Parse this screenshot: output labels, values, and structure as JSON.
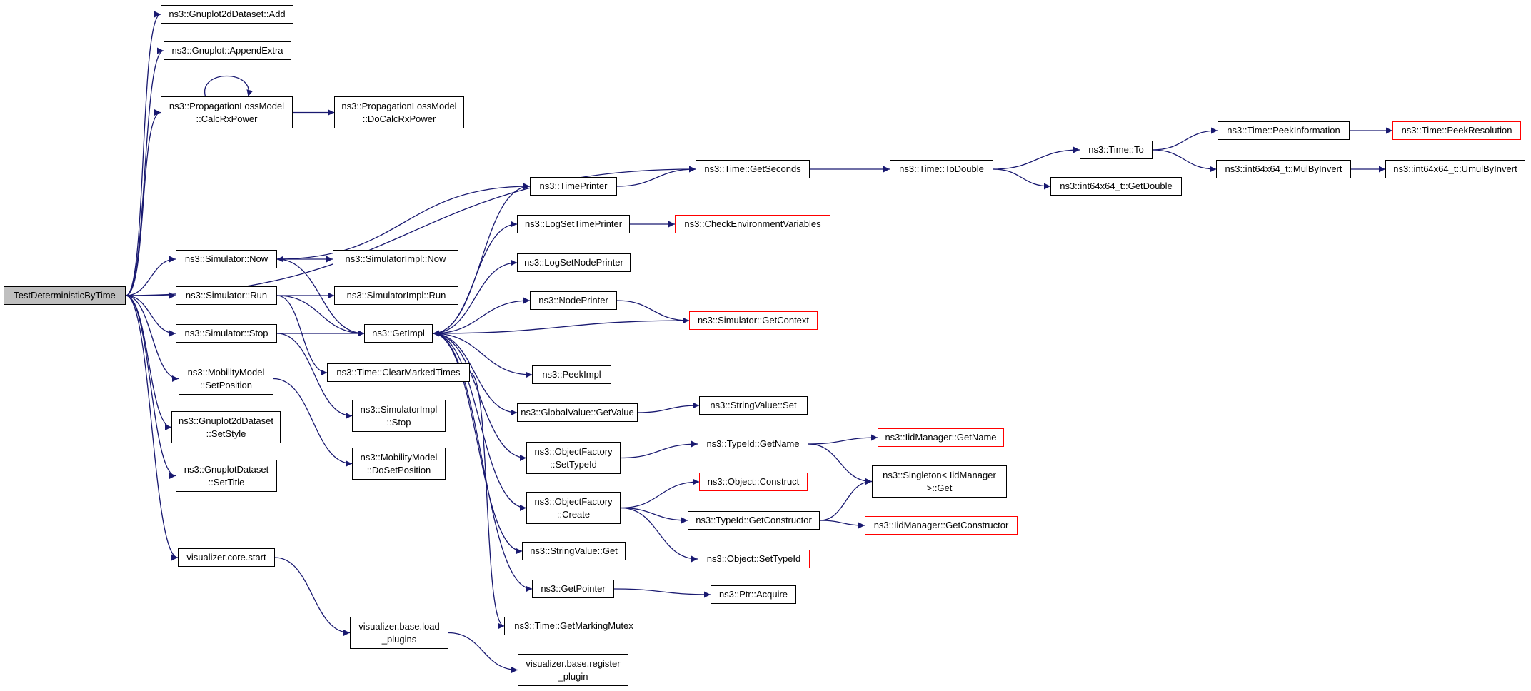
{
  "graph": {
    "root": {
      "label": "TestDeterministicByTime"
    },
    "nodes": [
      {
        "key": "gp2d_add",
        "lines": [
          "ns3::Gnuplot2dDataset::Add"
        ]
      },
      {
        "key": "gp_appendextra",
        "lines": [
          "ns3::Gnuplot::AppendExtra"
        ]
      },
      {
        "key": "plm_calcrx",
        "lines": [
          "ns3::PropagationLossModel",
          "::CalcRxPower"
        ]
      },
      {
        "key": "plm_docalcrx",
        "lines": [
          "ns3::PropagationLossModel",
          "::DoCalcRxPower"
        ]
      },
      {
        "key": "time_getseconds",
        "lines": [
          "ns3::Time::GetSeconds"
        ]
      },
      {
        "key": "time_todouble",
        "lines": [
          "ns3::Time::ToDouble"
        ]
      },
      {
        "key": "time_to",
        "lines": [
          "ns3::Time::To"
        ]
      },
      {
        "key": "time_peekinfo",
        "lines": [
          "ns3::Time::PeekInformation"
        ]
      },
      {
        "key": "time_peekres",
        "lines": [
          "ns3::Time::PeekResolution"
        ],
        "truncated": true
      },
      {
        "key": "int64_mulbyinvert",
        "lines": [
          "ns3::int64x64_t::MulByInvert"
        ]
      },
      {
        "key": "int64_umulbyinvert",
        "lines": [
          "ns3::int64x64_t::UmulByInvert"
        ]
      },
      {
        "key": "int64_getdouble",
        "lines": [
          "ns3::int64x64_t::GetDouble"
        ]
      },
      {
        "key": "timeprinter",
        "lines": [
          "ns3::TimePrinter"
        ]
      },
      {
        "key": "logsettimeprinter",
        "lines": [
          "ns3::LogSetTimePrinter"
        ]
      },
      {
        "key": "checkenv",
        "lines": [
          "ns3::CheckEnvironmentVariables"
        ],
        "truncated": true
      },
      {
        "key": "logsetnodeprinter",
        "lines": [
          "ns3::LogSetNodePrinter"
        ]
      },
      {
        "key": "nodeprinter",
        "lines": [
          "ns3::NodePrinter"
        ]
      },
      {
        "key": "sim_getcontext",
        "lines": [
          "ns3::Simulator::GetContext"
        ],
        "truncated": true
      },
      {
        "key": "sim_now",
        "lines": [
          "ns3::Simulator::Now"
        ]
      },
      {
        "key": "simimpl_now",
        "lines": [
          "ns3::SimulatorImpl::Now"
        ]
      },
      {
        "key": "sim_run",
        "lines": [
          "ns3::Simulator::Run"
        ]
      },
      {
        "key": "simimpl_run",
        "lines": [
          "ns3::SimulatorImpl::Run"
        ]
      },
      {
        "key": "sim_stop",
        "lines": [
          "ns3::Simulator::Stop"
        ]
      },
      {
        "key": "getimpl",
        "lines": [
          "ns3::GetImpl"
        ]
      },
      {
        "key": "peekimpl",
        "lines": [
          "ns3::PeekImpl"
        ]
      },
      {
        "key": "time_clearmarked",
        "lines": [
          "ns3::Time::ClearMarkedTimes"
        ]
      },
      {
        "key": "simimpl_stop",
        "lines": [
          "ns3::SimulatorImpl",
          "::Stop"
        ]
      },
      {
        "key": "mm_setposition",
        "lines": [
          "ns3::MobilityModel",
          "::SetPosition"
        ]
      },
      {
        "key": "mm_dosetposition",
        "lines": [
          "ns3::MobilityModel",
          "::DoSetPosition"
        ]
      },
      {
        "key": "gp2d_setstyle",
        "lines": [
          "ns3::Gnuplot2dDataset",
          "::SetStyle"
        ]
      },
      {
        "key": "gpds_settitle",
        "lines": [
          "ns3::GnuplotDataset",
          "::SetTitle"
        ]
      },
      {
        "key": "gv_getvalue",
        "lines": [
          "ns3::GlobalValue::GetValue"
        ]
      },
      {
        "key": "sv_set",
        "lines": [
          "ns3::StringValue::Set"
        ]
      },
      {
        "key": "of_settypeid",
        "lines": [
          "ns3::ObjectFactory",
          "::SetTypeId"
        ]
      },
      {
        "key": "typeid_getname",
        "lines": [
          "ns3::TypeId::GetName"
        ]
      },
      {
        "key": "iid_getname",
        "lines": [
          "ns3::IidManager::GetName"
        ],
        "truncated": true
      },
      {
        "key": "singleton_get",
        "lines": [
          "ns3::Singleton< IidManager",
          " >::Get"
        ]
      },
      {
        "key": "of_create",
        "lines": [
          "ns3::ObjectFactory",
          "::Create"
        ]
      },
      {
        "key": "obj_construct",
        "lines": [
          "ns3::Object::Construct"
        ],
        "truncated": true
      },
      {
        "key": "typeid_getctor",
        "lines": [
          "ns3::TypeId::GetConstructor"
        ]
      },
      {
        "key": "iid_getctor",
        "lines": [
          "ns3::IidManager::GetConstructor"
        ],
        "truncated": true
      },
      {
        "key": "obj_settypeid",
        "lines": [
          "ns3::Object::SetTypeId"
        ],
        "truncated": true
      },
      {
        "key": "sv_get",
        "lines": [
          "ns3::StringValue::Get"
        ]
      },
      {
        "key": "getpointer",
        "lines": [
          "ns3::GetPointer"
        ]
      },
      {
        "key": "ptr_acquire",
        "lines": [
          "ns3::Ptr::Acquire"
        ]
      },
      {
        "key": "time_getmarkingmutex",
        "lines": [
          "ns3::Time::GetMarkingMutex"
        ]
      },
      {
        "key": "vis_core_start",
        "lines": [
          "visualizer.core.start"
        ]
      },
      {
        "key": "vis_load_plugins",
        "lines": [
          "visualizer.base.load",
          "_plugins"
        ]
      },
      {
        "key": "vis_register_plugin",
        "lines": [
          "visualizer.base.register",
          "_plugin"
        ]
      }
    ],
    "edges": [
      [
        "root",
        "gp2d_add"
      ],
      [
        "root",
        "gp_appendextra"
      ],
      [
        "root",
        "plm_calcrx"
      ],
      [
        "plm_calcrx",
        "plm_calcrx"
      ],
      [
        "plm_calcrx",
        "plm_docalcrx"
      ],
      [
        "root",
        "time_getseconds"
      ],
      [
        "root",
        "sim_now"
      ],
      [
        "root",
        "sim_run"
      ],
      [
        "root",
        "sim_stop"
      ],
      [
        "root",
        "mm_setposition"
      ],
      [
        "root",
        "gp2d_setstyle"
      ],
      [
        "root",
        "gpds_settitle"
      ],
      [
        "root",
        "vis_core_start"
      ],
      [
        "time_getseconds",
        "time_todouble"
      ],
      [
        "time_todouble",
        "time_to"
      ],
      [
        "time_todouble",
        "int64_getdouble"
      ],
      [
        "time_to",
        "time_peekinfo"
      ],
      [
        "time_to",
        "int64_mulbyinvert"
      ],
      [
        "time_peekinfo",
        "time_peekres"
      ],
      [
        "int64_mulbyinvert",
        "int64_umulbyinvert"
      ],
      [
        "sim_now",
        "simimpl_now"
      ],
      [
        "sim_now",
        "getimpl"
      ],
      [
        "sim_run",
        "simimpl_run"
      ],
      [
        "sim_run",
        "getimpl"
      ],
      [
        "sim_run",
        "time_clearmarked"
      ],
      [
        "sim_stop",
        "getimpl"
      ],
      [
        "sim_stop",
        "simimpl_stop"
      ],
      [
        "mm_setposition",
        "mm_dosetposition"
      ],
      [
        "getimpl",
        "timeprinter"
      ],
      [
        "getimpl",
        "logsettimeprinter"
      ],
      [
        "getimpl",
        "logsetnodeprinter"
      ],
      [
        "getimpl",
        "nodeprinter"
      ],
      [
        "getimpl",
        "peekimpl"
      ],
      [
        "getimpl",
        "gv_getvalue"
      ],
      [
        "getimpl",
        "of_settypeid"
      ],
      [
        "getimpl",
        "of_create"
      ],
      [
        "getimpl",
        "sv_get"
      ],
      [
        "getimpl",
        "getpointer"
      ],
      [
        "timeprinter",
        "time_getseconds"
      ],
      [
        "timeprinter",
        "sim_now"
      ],
      [
        "logsettimeprinter",
        "checkenv"
      ],
      [
        "nodeprinter",
        "sim_getcontext"
      ],
      [
        "sim_getcontext",
        "getimpl"
      ],
      [
        "gv_getvalue",
        "sv_set"
      ],
      [
        "of_settypeid",
        "typeid_getname"
      ],
      [
        "typeid_getname",
        "iid_getname"
      ],
      [
        "typeid_getname",
        "singleton_get"
      ],
      [
        "of_create",
        "obj_construct"
      ],
      [
        "of_create",
        "typeid_getctor"
      ],
      [
        "of_create",
        "obj_settypeid"
      ],
      [
        "typeid_getctor",
        "iid_getctor"
      ],
      [
        "typeid_getctor",
        "singleton_get"
      ],
      [
        "getpointer",
        "ptr_acquire"
      ],
      [
        "time_clearmarked",
        "time_getmarkingmutex"
      ],
      [
        "vis_core_start",
        "vis_load_plugins"
      ],
      [
        "vis_load_plugins",
        "vis_register_plugin"
      ]
    ]
  },
  "colors": {
    "edge": "#191970",
    "node_border": "#000000",
    "truncated_border": "#ff0000",
    "root_fill": "#bfbfbf",
    "background": "#ffffff"
  }
}
